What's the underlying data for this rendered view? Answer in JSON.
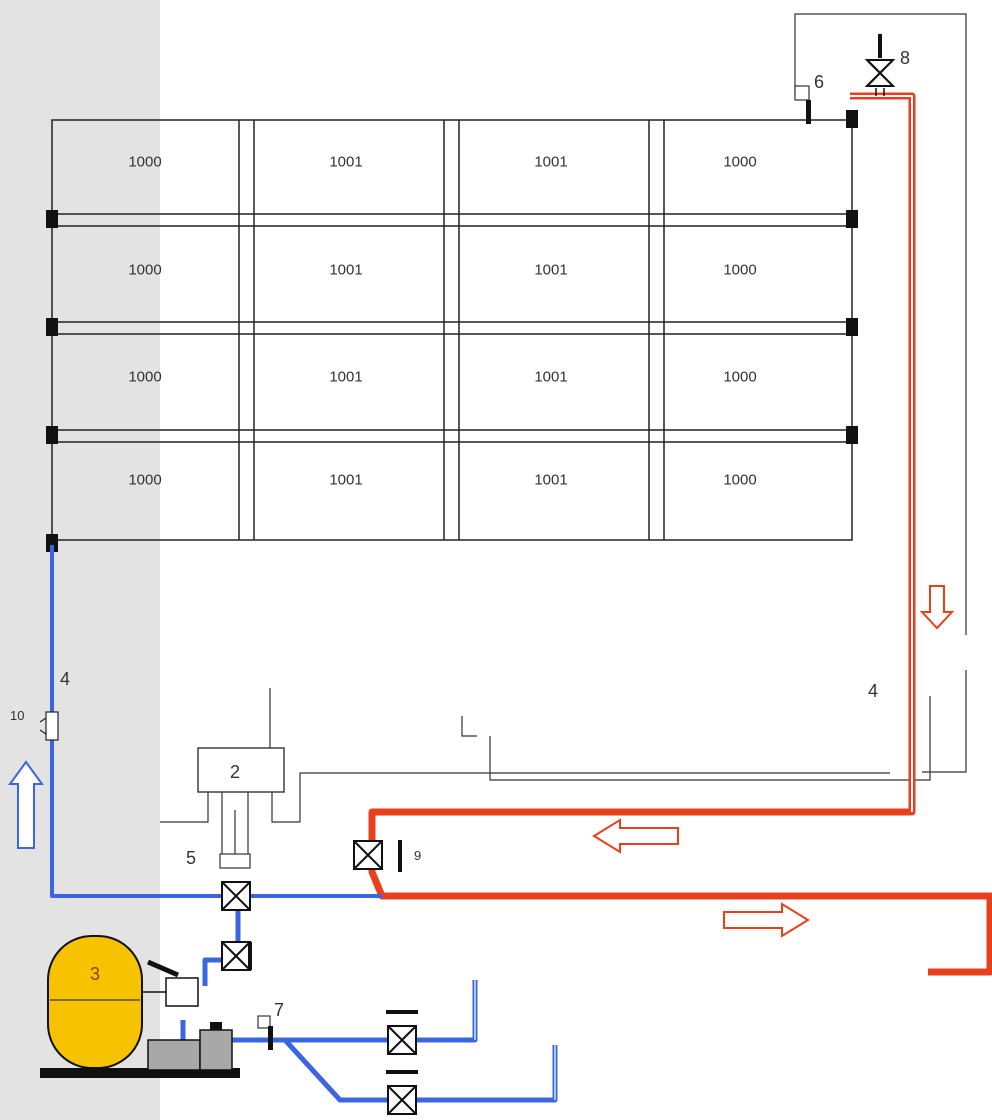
{
  "colors": {
    "hot_pipe": "#e8401c",
    "cold_pipe": "#3b66e0",
    "pipe_outline": "#222222",
    "tank_fill": "#f7c300",
    "pump_fill": "#a8a8a8",
    "wall_shade": "#e3e3e3",
    "arrow_red": "#e8401c",
    "arrow_blue": "#3b66e0"
  },
  "collector_panels": [
    [
      "1000",
      "1001",
      "1001",
      "1000"
    ],
    [
      "1000",
      "1001",
      "1001",
      "1000"
    ],
    [
      "1000",
      "1001",
      "1001",
      "1000"
    ],
    [
      "1000",
      "1001",
      "1001",
      "1000"
    ]
  ],
  "labels": {
    "controller": "2",
    "filter_tank": "3",
    "pipe_left": "4",
    "pipe_right": "4",
    "three_way_valve": "5",
    "sensor_top": "6",
    "sensor_bottom": "7",
    "air_vent_valve": "8",
    "drain_valve": "9",
    "check_valve": "10"
  },
  "icons": {
    "flow_arrow": "arrow-icon",
    "valve": "valve-icon"
  }
}
